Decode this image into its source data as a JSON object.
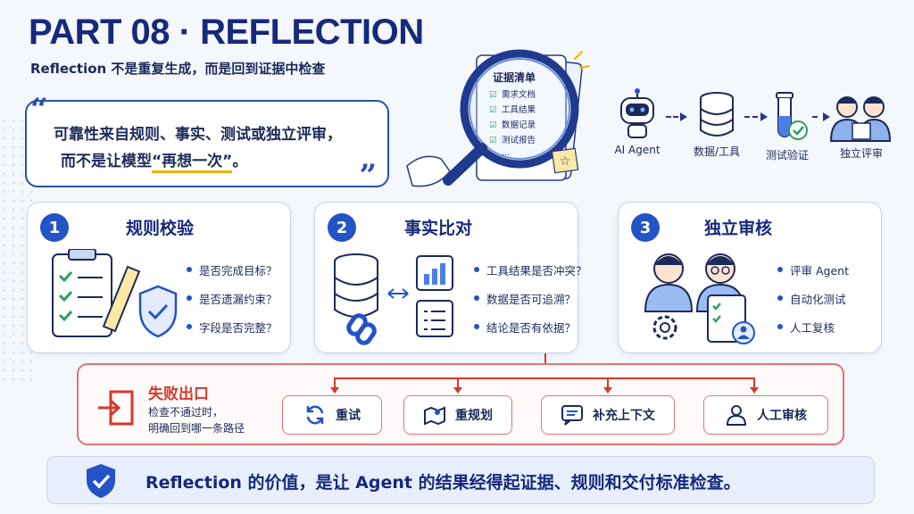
{
  "header": {
    "title": "PART 08 · REFLECTION",
    "subtitle": "Reflection 不是重复生成，而是回到证据中检查"
  },
  "quote": {
    "line1": "可靠性来自规则、事实、测试或独立评审，",
    "line2_prefix": "而不是让模型",
    "line2_highlight": "“再想一次”",
    "line2_suffix": "。"
  },
  "checklist": {
    "title": "证据清单",
    "items": [
      "需求文档",
      "工具结果",
      "数据记录",
      "测试报告",
      "..."
    ]
  },
  "flow": {
    "nodes": [
      "AI Agent",
      "数据/工具",
      "测试验证",
      "独立评审"
    ]
  },
  "cards": [
    {
      "number": "1",
      "title": "规则校验",
      "items": [
        "是否完成目标？",
        "是否遗漏约束？",
        "字段是否完整？"
      ]
    },
    {
      "number": "2",
      "title": "事实比对",
      "items": [
        "工具结果是否冲突？",
        "数据是否可追溯？",
        "结论是否有依据？"
      ]
    },
    {
      "number": "3",
      "title": "独立审核",
      "items": [
        "评审 Agent",
        "自动化测试",
        "人工复核"
      ]
    }
  ],
  "failure": {
    "title": "失败出口",
    "desc_line1": "检查不通过时，",
    "desc_line2": "明确回到哪一条路径",
    "options": [
      "重试",
      "重规划",
      "补充上下文",
      "人工审核"
    ]
  },
  "banner": {
    "text": "Reflection 的价值，是让 Agent 的结果经得起证据、规则和交付标准检查。"
  },
  "colors": {
    "primary": "#16297a",
    "accent": "#2452c7",
    "danger": "#d33a2c",
    "highlight": "#f4b400"
  }
}
